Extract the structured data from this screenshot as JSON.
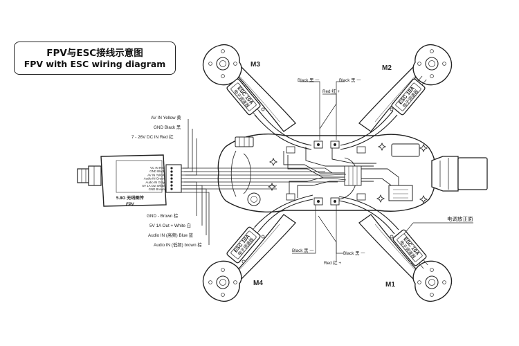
{
  "title": {
    "zh": "FPV与ESC接线示意图",
    "en": "FPV with ESC wiring diagram"
  },
  "motors": {
    "m1": "M1",
    "m2": "M2",
    "m3": "M3",
    "m4": "M4"
  },
  "esc": {
    "label": "ESC 10A",
    "sub": "电子调速器"
  },
  "top_labels": {
    "black": "Black 黑 一",
    "red": "Red 红 +"
  },
  "bottom_labels": {
    "black": "Black 黑 一",
    "red": "Red 红 +"
  },
  "fpv_inputs": {
    "av_in": "AV IN Yellow 黄",
    "gnd": "GND Black 黑",
    "dc_in": "7 - 26V DC IN Red 红"
  },
  "fpv_outputs": {
    "gnd": "GND - Brown 棕",
    "out5v": "5V 1A Out + White 白",
    "audio_blue": "Audio IN (高频) Blue 蓝",
    "audio_brown": "Audio IN (低频) brown 棕"
  },
  "module": {
    "pins": [
      "VC IN Red",
      "GND Black",
      "AV IN Yellow",
      "Audio IN Green",
      "Audio IN Gray",
      "5V 1A Out White",
      "GND Brown"
    ],
    "name": "5.8G 无线图传",
    "sub": "FPV"
  },
  "esc_note": "电调放正面"
}
